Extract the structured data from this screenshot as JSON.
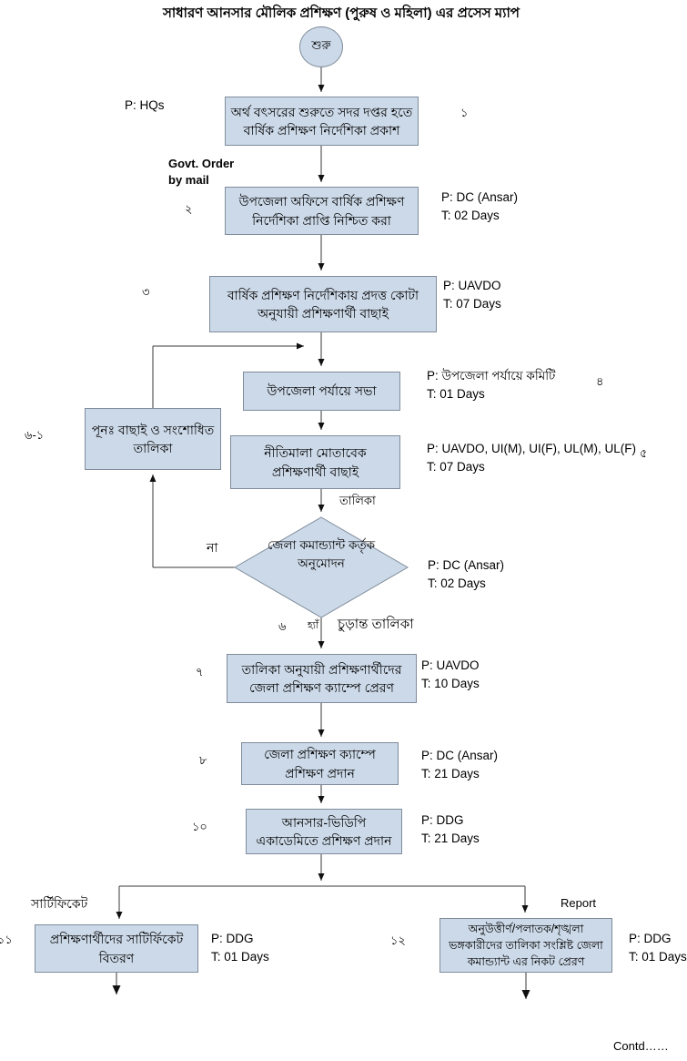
{
  "title": "সাধারণ আনসার মৌলিক প্রশিক্ষণ (পুরুষ ও মহিলা) এর প্রসেস ম্যাপ",
  "start_label": "শুরু",
  "nodes": {
    "step1": {
      "num": "১",
      "label": "অর্থ বৎসরের শুরুতে সদর দপ্তর হতে বার্ষিক প্রশিক্ষণ নির্দেশিকা প্রকাশ",
      "p": "P: HQs"
    },
    "step2": {
      "num": "২",
      "label": "উপজেলা অফিসে বার্ষিক প্রশিক্ষণ নির্দেশিকা প্রাপ্তি নিশ্চিত করা",
      "p": "P: DC (Ansar)",
      "t": "T: 02 Days"
    },
    "step3": {
      "num": "৩",
      "label": "বার্ষিক প্রশিক্ষণ নির্দেশিকায় প্রদত্ত কোটা অনুযায়ী প্রশিক্ষণার্থী বাছাই",
      "p": "P: UAVDO",
      "t": "T: 07 Days"
    },
    "step4": {
      "num": "৪",
      "label": "উপজেলা পর্যায়ে সভা",
      "p": "P: উপজেলা পর্যায়ে কমিটি",
      "t": "T: 01 Days"
    },
    "step5": {
      "num": "৫",
      "label": "নীতিমালা মোতাবেক প্রশিক্ষণার্থী বাছাই",
      "p": "P: UAVDO, UI(M), UI(F), UL(M), UL(F)",
      "t": "T: 07 Days"
    },
    "step6": {
      "num": "৬",
      "label": "জেলা কমান্ড্যান্ট কর্তৃক অনুমোদন",
      "p": "P: DC (Ansar)",
      "t": "T: 02 Days"
    },
    "step6_1": {
      "num": "৬-১",
      "label": "পূনঃ  বাছাই ও সংশোধিত তালিকা"
    },
    "step7": {
      "num": "৭",
      "label": "তালিকা অনুযায়ী প্রশিক্ষণার্থীদের জেলা প্রশিক্ষণ ক্যাম্পে প্রেরণ",
      "p": "P: UAVDO",
      "t": "T: 10 Days"
    },
    "step8": {
      "num": "৮",
      "label": "জেলা প্রশিক্ষণ ক্যাম্পে প্রশিক্ষণ প্রদান",
      "p": "P: DC (Ansar)",
      "t": "T: 21 Days"
    },
    "step10": {
      "num": "১০",
      "label": "আনসার-ভিডিপি একাডেমিতে প্রশিক্ষণ প্রদান",
      "p": "P: DDG",
      "t": "T: 21 Days"
    },
    "step11": {
      "num": "১১",
      "label": "প্রশিক্ষণার্থীদের  সাটির্ফিকেট বিতরণ",
      "p": "P: DDG",
      "t": "T: 01 Days"
    },
    "step12": {
      "num": "১২",
      "label": "অনুউত্তীর্ণ/পলাতক/শৃঙ্খলা ভঙ্গকারীদের তালিকা সংশ্লিষ্ট  জেলা কমান্ড্যান্ট এর নিকট প্রেরণ",
      "p": "P: DDG",
      "t": "T: 01 Days"
    }
  },
  "edge_labels": {
    "govt_order": "Govt. Order by mail",
    "talika": "তালিকা",
    "na": "না",
    "hya": "হ্যাঁ",
    "final_list": "চুড়ান্ত তালিকা",
    "certificate": "সার্টিফিকেট",
    "report": "Report",
    "contd": "Contd……"
  },
  "colors": {
    "node_fill": "#ccd9e8",
    "node_border": "#7f8c9b",
    "line": "#3a3a3a"
  }
}
